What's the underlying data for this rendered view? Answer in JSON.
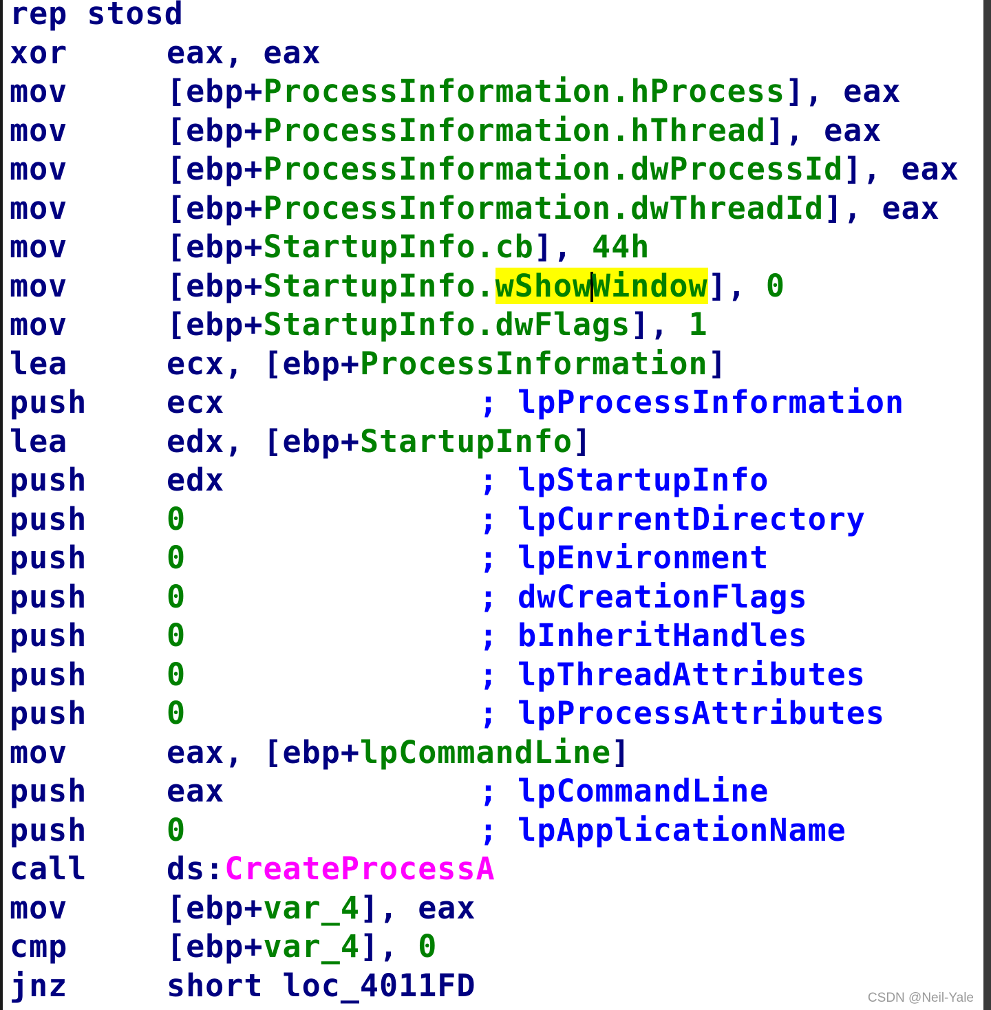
{
  "listing": [
    {
      "mnemonic": "rep stosd",
      "ops": []
    },
    {
      "mnemonic": "xor",
      "ops": [
        {
          "t": "eax, eax",
          "c": "r"
        }
      ]
    },
    {
      "mnemonic": "mov",
      "ops": [
        {
          "t": "[ebp+",
          "c": "r"
        },
        {
          "t": "ProcessInformation.hProcess",
          "c": "v"
        },
        {
          "t": "], eax",
          "c": "r"
        }
      ]
    },
    {
      "mnemonic": "mov",
      "ops": [
        {
          "t": "[ebp+",
          "c": "r"
        },
        {
          "t": "ProcessInformation.hThread",
          "c": "v"
        },
        {
          "t": "], eax",
          "c": "r"
        }
      ]
    },
    {
      "mnemonic": "mov",
      "ops": [
        {
          "t": "[ebp+",
          "c": "r"
        },
        {
          "t": "ProcessInformation.dwProcessId",
          "c": "v"
        },
        {
          "t": "], eax",
          "c": "r"
        }
      ]
    },
    {
      "mnemonic": "mov",
      "ops": [
        {
          "t": "[ebp+",
          "c": "r"
        },
        {
          "t": "ProcessInformation.dwThreadId",
          "c": "v"
        },
        {
          "t": "], eax",
          "c": "r"
        }
      ]
    },
    {
      "mnemonic": "mov",
      "ops": [
        {
          "t": "[ebp+",
          "c": "r"
        },
        {
          "t": "StartupInfo.cb",
          "c": "v"
        },
        {
          "t": "], ",
          "c": "r"
        },
        {
          "t": "44h",
          "c": "n"
        }
      ]
    },
    {
      "mnemonic": "mov",
      "ops": [
        {
          "t": "[ebp+",
          "c": "r"
        },
        {
          "t": "StartupInfo.",
          "c": "v"
        },
        {
          "t": "wShowWindow",
          "c": "v hl",
          "cursorAfter": 5
        },
        {
          "t": "], ",
          "c": "r"
        },
        {
          "t": "0",
          "c": "n"
        }
      ]
    },
    {
      "mnemonic": "mov",
      "ops": [
        {
          "t": "[ebp+",
          "c": "r"
        },
        {
          "t": "StartupInfo.dwFlags",
          "c": "v"
        },
        {
          "t": "], ",
          "c": "r"
        },
        {
          "t": "1",
          "c": "n"
        }
      ]
    },
    {
      "mnemonic": "lea",
      "ops": [
        {
          "t": "ecx, [ebp+",
          "c": "r"
        },
        {
          "t": "ProcessInformation",
          "c": "v"
        },
        {
          "t": "]",
          "c": "r"
        }
      ]
    },
    {
      "mnemonic": "push",
      "ops": [
        {
          "t": "ecx",
          "c": "r"
        }
      ],
      "comment": "; lpProcessInformation"
    },
    {
      "mnemonic": "lea",
      "ops": [
        {
          "t": "edx, [ebp+",
          "c": "r"
        },
        {
          "t": "StartupInfo",
          "c": "v"
        },
        {
          "t": "]",
          "c": "r"
        }
      ]
    },
    {
      "mnemonic": "push",
      "ops": [
        {
          "t": "edx",
          "c": "r"
        }
      ],
      "comment": "; lpStartupInfo"
    },
    {
      "mnemonic": "push",
      "ops": [
        {
          "t": "0",
          "c": "n"
        }
      ],
      "comment": "; lpCurrentDirectory"
    },
    {
      "mnemonic": "push",
      "ops": [
        {
          "t": "0",
          "c": "n"
        }
      ],
      "comment": "; lpEnvironment"
    },
    {
      "mnemonic": "push",
      "ops": [
        {
          "t": "0",
          "c": "n"
        }
      ],
      "comment": "; dwCreationFlags"
    },
    {
      "mnemonic": "push",
      "ops": [
        {
          "t": "0",
          "c": "n"
        }
      ],
      "comment": "; bInheritHandles"
    },
    {
      "mnemonic": "push",
      "ops": [
        {
          "t": "0",
          "c": "n"
        }
      ],
      "comment": "; lpThreadAttributes"
    },
    {
      "mnemonic": "push",
      "ops": [
        {
          "t": "0",
          "c": "n"
        }
      ],
      "comment": "; lpProcessAttributes"
    },
    {
      "mnemonic": "mov",
      "ops": [
        {
          "t": "eax, [ebp+",
          "c": "r"
        },
        {
          "t": "lpCommandLine",
          "c": "v"
        },
        {
          "t": "]",
          "c": "r"
        }
      ]
    },
    {
      "mnemonic": "push",
      "ops": [
        {
          "t": "eax",
          "c": "r"
        }
      ],
      "comment": "; lpCommandLine"
    },
    {
      "mnemonic": "push",
      "ops": [
        {
          "t": "0",
          "c": "n"
        }
      ],
      "comment": "; lpApplicationName"
    },
    {
      "mnemonic": "call",
      "ops": [
        {
          "t": "ds:",
          "c": "r"
        },
        {
          "t": "CreateProcessA",
          "c": "api"
        }
      ]
    },
    {
      "mnemonic": "mov",
      "ops": [
        {
          "t": "[ebp+",
          "c": "r"
        },
        {
          "t": "var_4",
          "c": "v"
        },
        {
          "t": "], eax",
          "c": "r"
        }
      ]
    },
    {
      "mnemonic": "cmp",
      "ops": [
        {
          "t": "[ebp+",
          "c": "r"
        },
        {
          "t": "var_4",
          "c": "v"
        },
        {
          "t": "], ",
          "c": "r"
        },
        {
          "t": "0",
          "c": "n"
        }
      ]
    },
    {
      "mnemonic": "jnz",
      "ops": [
        {
          "t": "short loc_4011FD",
          "c": "r"
        }
      ]
    }
  ],
  "colors": {
    "mnemonic": "#000080",
    "register": "#000080",
    "variable": "#008000",
    "number": "#008000",
    "comment": "#0000ff",
    "api": "#ff00ff",
    "highlight": "#ffff00"
  },
  "watermark": "CSDN @Neil-Yale"
}
